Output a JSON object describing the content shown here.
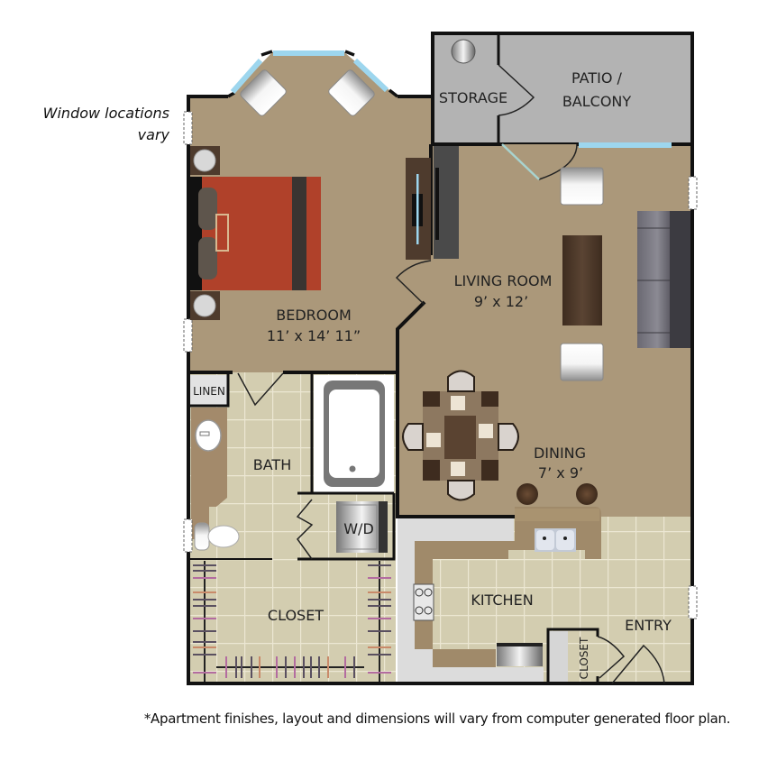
{
  "note": {
    "line1": "Window locations",
    "line2": "vary"
  },
  "rooms": {
    "storage": {
      "name": "STORAGE"
    },
    "patio": {
      "name_line1": "PATIO /",
      "name_line2": "BALCONY"
    },
    "bedroom": {
      "name": "BEDROOM",
      "dimensions": "11’ x 14’ 11”"
    },
    "living_room": {
      "name": "LIVING ROOM",
      "dimensions": "9’ x 12’"
    },
    "linen": {
      "name": "LINEN"
    },
    "bath": {
      "name": "BATH"
    },
    "washer_dryer": {
      "name": "W/D"
    },
    "dining": {
      "name": "DINING",
      "dimensions": "7’ x 9’"
    },
    "closet_main": {
      "name": "CLOSET"
    },
    "kitchen": {
      "name": "KITCHEN"
    },
    "entry": {
      "name": "ENTRY"
    },
    "closet_entry": {
      "name": "CLOSET"
    }
  },
  "disclaimer": "*Apartment finishes, layout and dimensions will vary from computer generated floor plan.",
  "colors": {
    "floor_carpet": "#ab987a",
    "floor_tile": "#d3cdb0",
    "patio_gray": "#b3b3b3",
    "window_blue": "#9dd6ee",
    "wall": "#111111",
    "bedspread": "#b0412a",
    "dark_wood": "#4e3b2d",
    "sofa": "#5f5d66",
    "counter": "#a08a6a"
  }
}
